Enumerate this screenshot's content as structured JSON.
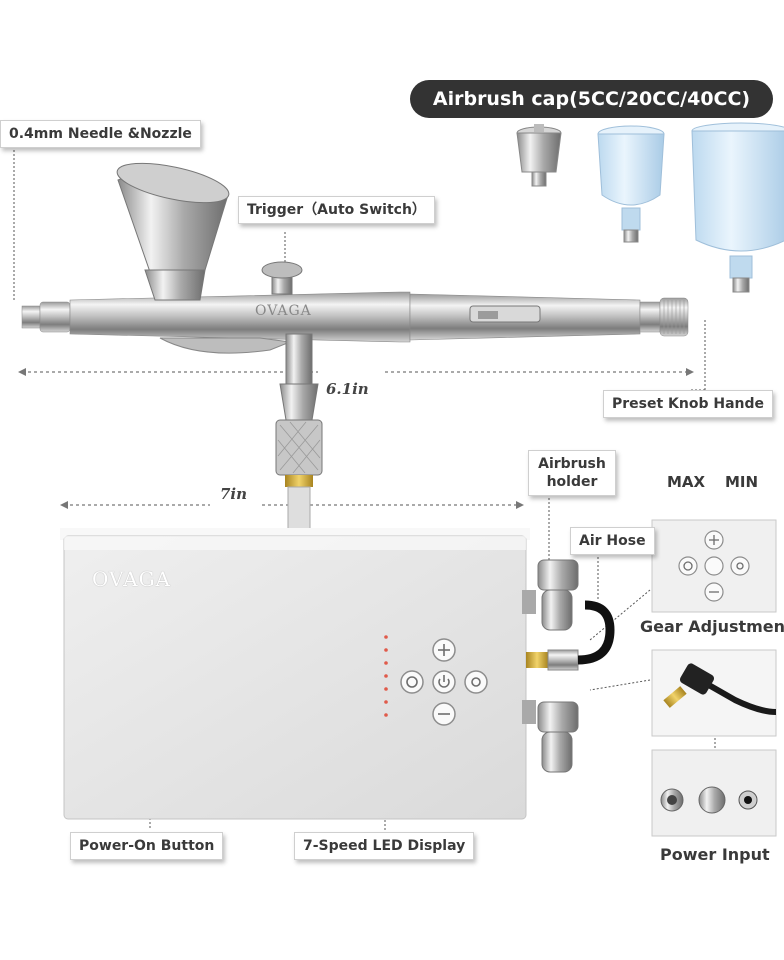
{
  "banner": {
    "text": "Airbrush cap(5CC/20CC/40CC)"
  },
  "labels": {
    "needle": "0.4mm Needle &Nozzle",
    "trigger": "Trigger（Auto Switch）",
    "preset_knob": "Preset Knob Hande",
    "airbrush_holder": "Airbrush holder",
    "air_hose": "Air Hose",
    "gear_adjustment": "Gear Adjustment",
    "power_on": "Power-On Button",
    "led_display": "7-Speed LED Display",
    "power_input": "Power Input",
    "max": "MAX",
    "min": "MIN"
  },
  "dimensions": {
    "length_airbrush": "6.1in",
    "length_box": "7in"
  },
  "brand": {
    "airbrush_engraving": "OVAGA",
    "box_logo": "OVAGA"
  },
  "colors": {
    "banner_bg": "#333333",
    "box_body": "#e6e6e6",
    "chrome": "#c8c8c8",
    "brass": "#c9a43b",
    "led": "#e05a4a"
  }
}
